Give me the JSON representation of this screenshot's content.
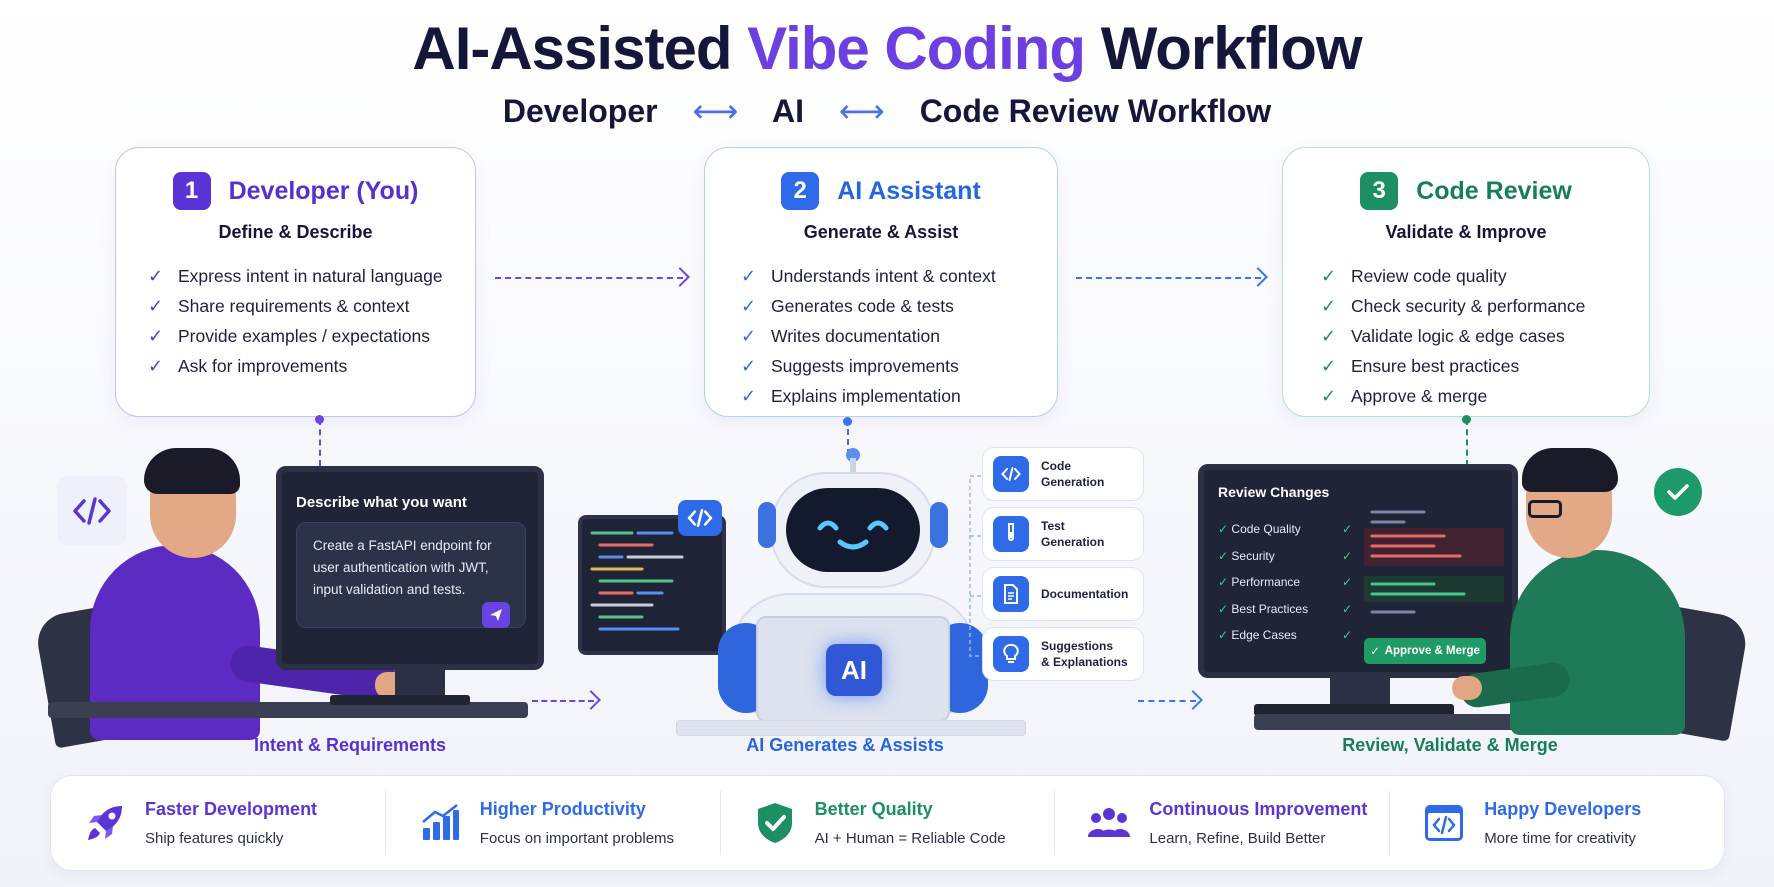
{
  "title": {
    "part1": "AI-Assisted",
    "accent": "Vibe Coding",
    "part2": "Workflow"
  },
  "subtitle": {
    "left": "Developer",
    "arrow": "⟷",
    "middle": "AI",
    "right": "Code Review Workflow"
  },
  "steps": [
    {
      "number": "1",
      "title": "Developer (You)",
      "subtitle": "Define & Describe",
      "items": [
        "Express intent in natural language",
        "Share requirements & context",
        "Provide examples / expectations",
        "Ask for improvements"
      ]
    },
    {
      "number": "2",
      "title": "AI Assistant",
      "subtitle": "Generate & Assist",
      "items": [
        "Understands intent & context",
        "Generates code & tests",
        "Writes documentation",
        "Suggests improvements",
        "Explains implementation"
      ]
    },
    {
      "number": "3",
      "title": "Code Review",
      "subtitle": "Validate & Improve",
      "items": [
        "Review code quality",
        "Check security & performance",
        "Validate logic & edge cases",
        "Ensure best practices",
        "Approve & merge"
      ]
    }
  ],
  "check_glyph": "✓",
  "developer_screen": {
    "heading": "Describe what you want",
    "prompt": "Create a FastAPI endpoint for user authentication with JWT, input validation and tests."
  },
  "ai_badge": "AI",
  "ai_features": [
    {
      "label1": "Code",
      "label2": "Generation",
      "icon": "code-icon"
    },
    {
      "label1": "Test",
      "label2": "Generation",
      "icon": "test-tube-icon"
    },
    {
      "label1": "Documentation",
      "label2": "",
      "icon": "document-icon"
    },
    {
      "label1": "Suggestions",
      "label2": "& Explanations",
      "icon": "lightbulb-icon"
    }
  ],
  "review_screen": {
    "heading": "Review Changes",
    "items": [
      "Code Quality",
      "Security",
      "Performance",
      "Best Practices",
      "Edge Cases"
    ],
    "approve_button": "Approve & Merge"
  },
  "stage_labels": [
    "Intent & Requirements",
    "AI Generates & Assists",
    "Review, Validate & Merge"
  ],
  "benefits": [
    {
      "title": "Faster Development",
      "desc": "Ship features quickly",
      "color": "#5b34d6",
      "icon": "rocket-icon"
    },
    {
      "title": "Higher Productivity",
      "desc": "Focus on important problems",
      "color": "#2f6be8",
      "icon": "bar-chart-icon"
    },
    {
      "title": "Better Quality",
      "desc": "AI + Human = Reliable Code",
      "color": "#1c8f63",
      "icon": "shield-check-icon"
    },
    {
      "title": "Continuous Improvement",
      "desc": "Learn, Refine, Build Better",
      "color": "#5b34d6",
      "icon": "team-icon"
    },
    {
      "title": "Happy Developers",
      "desc": "More time for creativity",
      "color": "#2f6be8",
      "icon": "code-window-icon"
    }
  ],
  "colors": {
    "purple": "#5b34d6",
    "blue": "#2f6be8",
    "green": "#1c8f63",
    "navy": "#15173a"
  }
}
